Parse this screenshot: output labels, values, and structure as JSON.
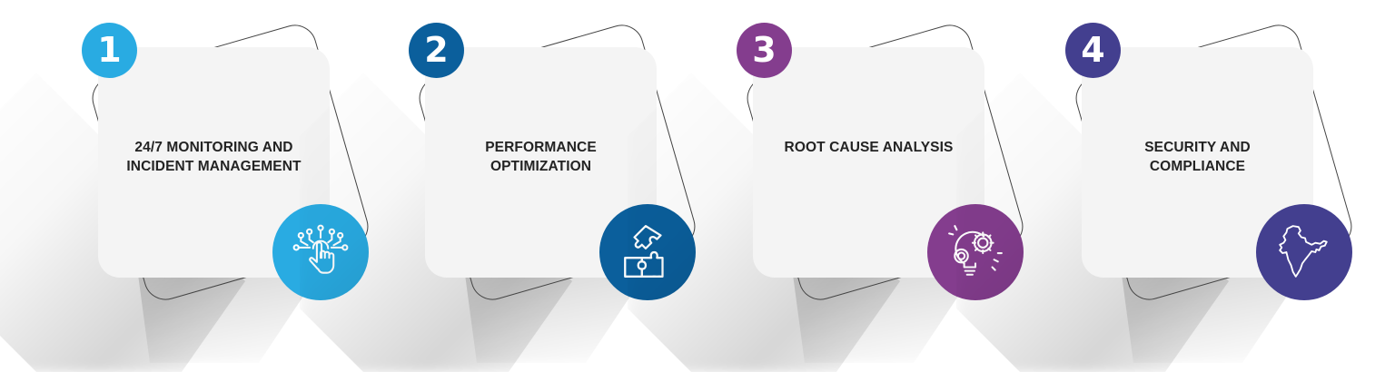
{
  "cards": [
    {
      "number": "1",
      "title": "24/7 MONITORING AND INCIDENT MANAGEMENT",
      "icon": "touch-network-icon",
      "color": "#29abe2"
    },
    {
      "number": "2",
      "title": "PERFORMANCE OPTIMIZATION",
      "icon": "puzzle-icon",
      "color": "#0b5f9c"
    },
    {
      "number": "3",
      "title": "ROOT CAUSE ANALYSIS",
      "icon": "lightbulb-gears-icon",
      "color": "#843d8e"
    },
    {
      "number": "4",
      "title": "SECURITY AND COMPLIANCE",
      "icon": "india-map-icon",
      "color": "#433f8f"
    }
  ]
}
